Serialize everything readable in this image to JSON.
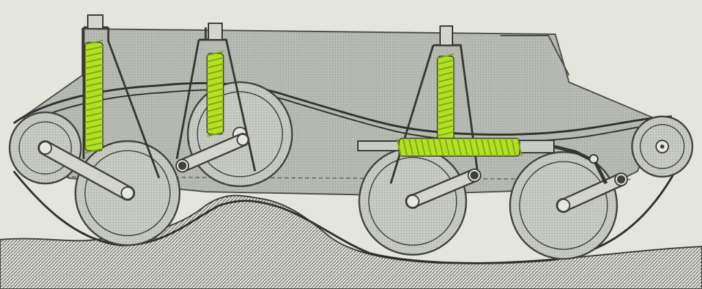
{
  "colors": {
    "background": "#e4e6dc",
    "hull": "#b9bcb4",
    "hull_edge": "#4a4c48",
    "wheel": "#c9ccc3",
    "wheel_edge": "#3e403c",
    "track": "#2f312e",
    "ground": "#7d807a",
    "spring": "#b4e024",
    "spring_coil": "#7fa80e",
    "ink": "#353733"
  },
  "icons": {
    "road_wheels": "large-road-wheel",
    "idlers": "small-idler-wheel",
    "springs": "coil-spring-shock-absorber",
    "arms": "swing-arm",
    "track": "continuous-track",
    "terrain": "uneven-ground"
  }
}
